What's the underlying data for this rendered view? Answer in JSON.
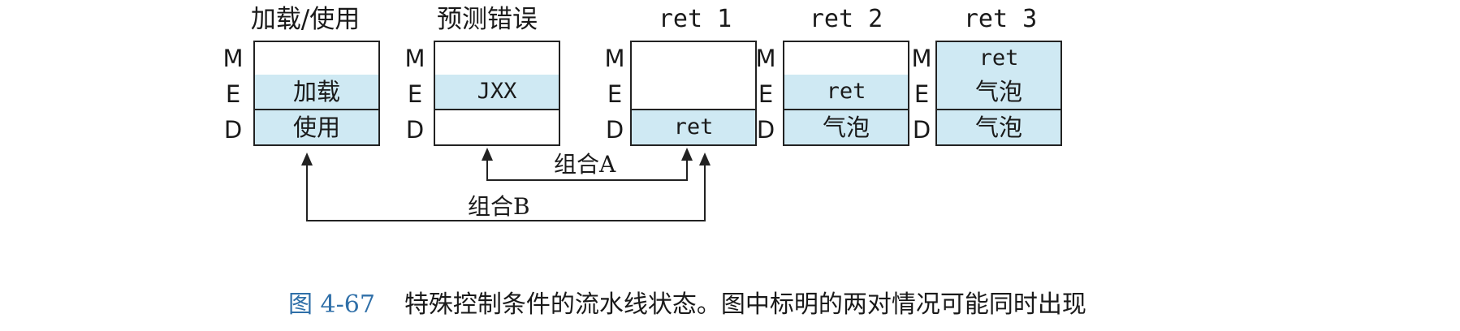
{
  "stage_names": [
    "M",
    "E",
    "D"
  ],
  "columns": [
    {
      "title": "加载/使用",
      "cells": [
        {
          "stage": "M",
          "text": "",
          "filled": false
        },
        {
          "stage": "E",
          "text": "加载",
          "filled": true
        },
        {
          "stage": "D",
          "text": "使用",
          "filled": true
        }
      ]
    },
    {
      "title": "预测错误",
      "cells": [
        {
          "stage": "M",
          "text": "",
          "filled": false
        },
        {
          "stage": "E",
          "text": "JXX",
          "filled": true
        },
        {
          "stage": "D",
          "text": "",
          "filled": false
        }
      ]
    },
    {
      "title": "ret 1",
      "cells": [
        {
          "stage": "M",
          "text": "",
          "filled": false
        },
        {
          "stage": "E",
          "text": "",
          "filled": false
        },
        {
          "stage": "D",
          "text": "ret",
          "filled": true
        }
      ]
    },
    {
      "title": "ret 2",
      "cells": [
        {
          "stage": "M",
          "text": "",
          "filled": false
        },
        {
          "stage": "E",
          "text": "ret",
          "filled": true
        },
        {
          "stage": "D",
          "text": "气泡",
          "filled": true
        }
      ]
    },
    {
      "title": "ret 3",
      "cells": [
        {
          "stage": "M",
          "text": "ret",
          "filled": true
        },
        {
          "stage": "E",
          "text": "气泡",
          "filled": true
        },
        {
          "stage": "D",
          "text": "气泡",
          "filled": true
        }
      ]
    }
  ],
  "combinations": [
    {
      "label": "组合A",
      "from_column": "预测错误",
      "to_column": "ret 1"
    },
    {
      "label": "组合B",
      "from_column": "加载/使用",
      "to_column": "ret 1"
    }
  ],
  "caption": {
    "figure_number": "图 4-67",
    "text": "特殊控制条件的流水线状态。图中标明的两对情况可能同时出现"
  },
  "colors": {
    "filled_cell": "#cfe9f3",
    "figure_number": "#2f6fa8",
    "line": "#222222"
  }
}
